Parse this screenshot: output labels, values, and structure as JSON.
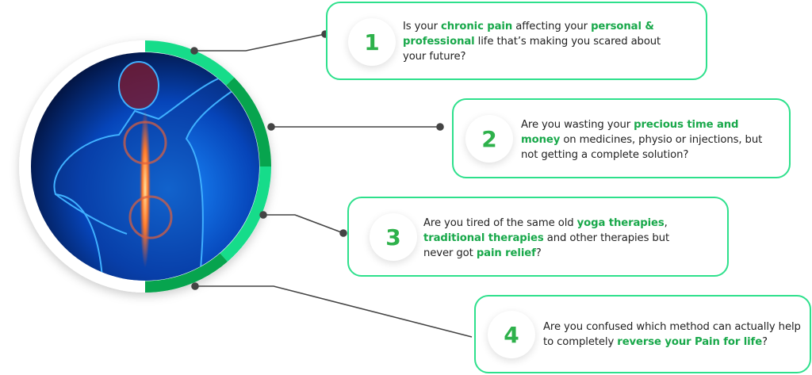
{
  "colors": {
    "accent_light": "#16dc8a",
    "accent_dark": "#07a44e",
    "highlight": "#18a84a",
    "connector": "#444444"
  },
  "items": [
    {
      "number": "1",
      "segments": [
        {
          "t": "Is your "
        },
        {
          "t": "chronic pain",
          "h": true
        },
        {
          "t": " affecting your "
        },
        {
          "t": "personal & professional",
          "h": true
        },
        {
          "t": " life that’s making you scared about your future?"
        }
      ]
    },
    {
      "number": "2",
      "segments": [
        {
          "t": "Are you wasting your "
        },
        {
          "t": "precious time and money",
          "h": true
        },
        {
          "t": " on medicines, physio or injections, but not getting a complete solution?"
        }
      ]
    },
    {
      "number": "3",
      "segments": [
        {
          "t": "Are you tired of the same old "
        },
        {
          "t": "yoga therapies",
          "h": true
        },
        {
          "t": ", "
        },
        {
          "t": "traditional therapies",
          "h": true
        },
        {
          "t": " and other therapies but never got "
        },
        {
          "t": "pain relief",
          "h": true
        },
        {
          "t": "?"
        }
      ]
    },
    {
      "number": "4",
      "segments": [
        {
          "t": "Are you confused which method can actually help to completely "
        },
        {
          "t": "reverse your Pain for life",
          "h": true
        },
        {
          "t": "?"
        }
      ]
    }
  ]
}
